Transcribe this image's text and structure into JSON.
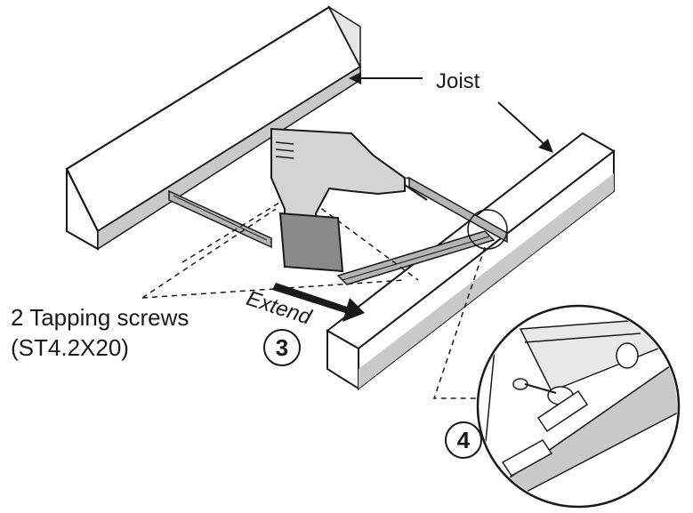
{
  "labels": {
    "joist": "Joist",
    "screws_line1": "2 Tapping screws",
    "screws_line2": "(ST4.2X20)",
    "extend": "Extend"
  },
  "steps": {
    "step3": "3",
    "step4": "4"
  },
  "colors": {
    "line": "#1a1a1a",
    "wood_front": "#ffffff",
    "wood_shade": "#c9c9c9",
    "drill_body": "#d4d4d4",
    "drill_dark": "#8a8a8a",
    "rail": "#b5b5b5"
  }
}
